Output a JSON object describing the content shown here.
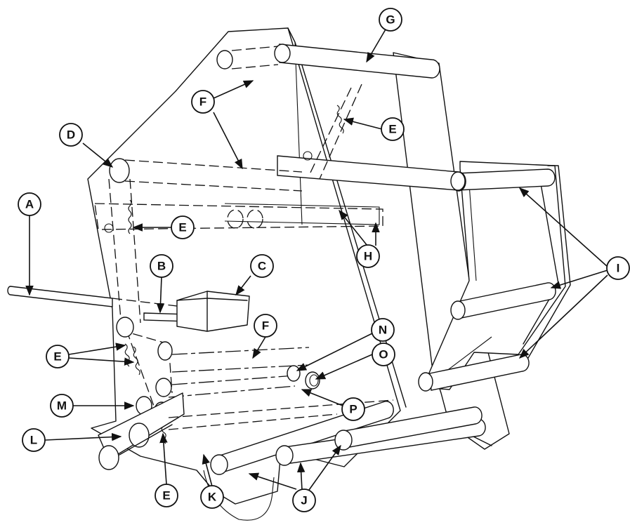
{
  "callouts": {
    "a": "A",
    "b": "B",
    "c": "C",
    "d": "D",
    "e": "E",
    "f": "F",
    "g": "G",
    "h": "H",
    "i": "I",
    "j": "J",
    "k": "K",
    "l": "L",
    "m": "M",
    "n": "N",
    "o": "O",
    "p": "P"
  }
}
